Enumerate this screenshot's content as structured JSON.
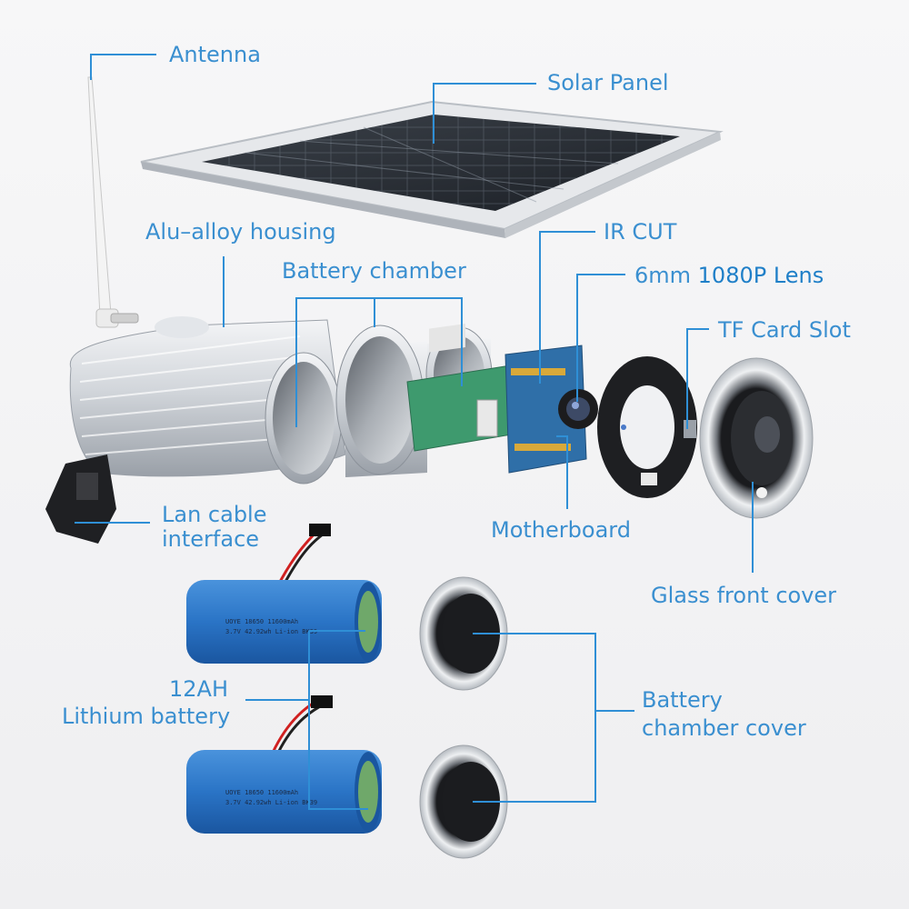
{
  "labels": {
    "antenna": "Antenna",
    "solar_panel": "Solar Panel",
    "housing": "Alu–alloy housing",
    "battery_chamber": "Battery chamber",
    "ir_cut": "IR CUT",
    "lens_prefix": "6mm ",
    "lens_highlight": "1080P Lens",
    "tf_card_slot": "TF Card Slot",
    "lan_line1": "Lan cable",
    "lan_line2": "interface",
    "motherboard": "Motherboard",
    "glass_front_cover": "Glass front cover",
    "battery_line1": "12AH",
    "battery_line2": "Lithium battery",
    "cover_line1": "Battery",
    "cover_line2": "chamber cover"
  },
  "battery_print": {
    "line1": "UOYE 18650 11600mAh",
    "line2": "3.7V 42.92wh Li-ion BK39"
  },
  "colors": {
    "label": "#3a8fd0",
    "leader_line": "#2f8fd6",
    "battery": "#2a74c6",
    "pcb": "#3e9a6e",
    "aluminum": "#d9dde2"
  }
}
